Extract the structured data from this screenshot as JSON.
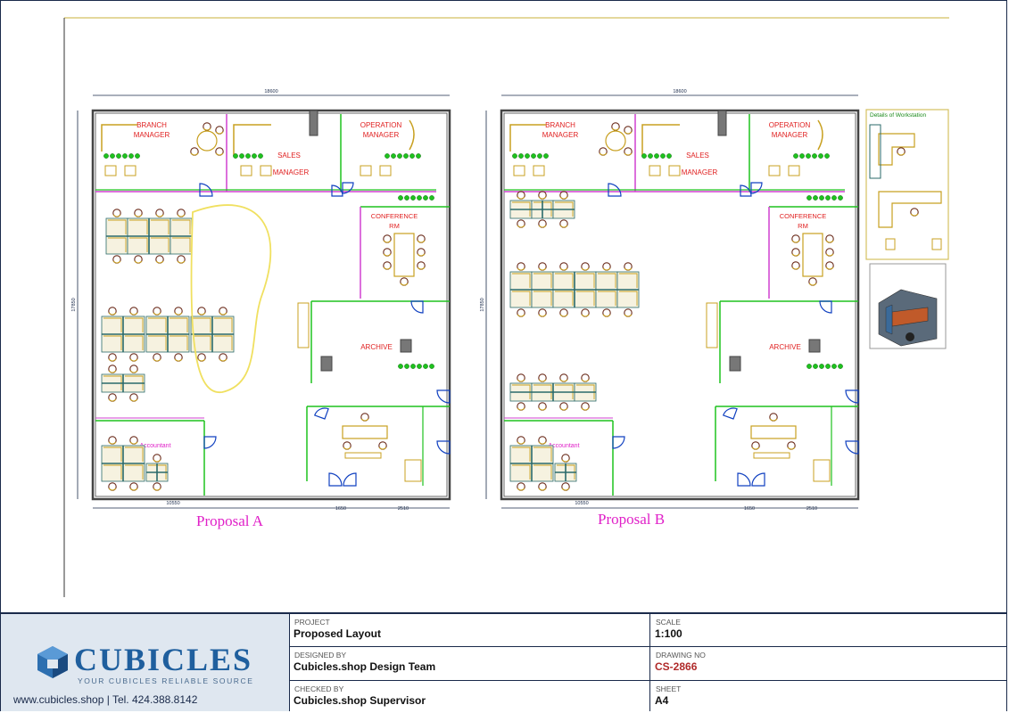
{
  "drawing": {
    "proposal_a_label": "Proposal A",
    "proposal_b_label": "Proposal B",
    "rooms": {
      "branch_manager": "BRANCH MANAGER",
      "sales_manager_line1": "SALES",
      "sales_manager_line2": "MANAGER",
      "operation_manager": "OPERATION MANAGER",
      "conference_room": "CONFERENCE RM",
      "archive": "ARCHIVE",
      "accountant": "Accountant"
    },
    "workstation_detail_title": "Details of Workstation",
    "dimensions": {
      "overall_width": "18600",
      "overall_depth": "17850",
      "bottom_left": "10550",
      "bottom_mid": "1650",
      "bottom_right": "2510"
    }
  },
  "title_block": {
    "company": "CUBICLES",
    "tagline": "YOUR CUBICLES RELIABLE SOURCE",
    "contact": "www.cubicles.shop  |  Tel. 424.388.8142",
    "project_label": "PROJECT",
    "project_value": "Proposed Layout",
    "scale_label": "SCALE",
    "scale_value": "1:100",
    "designed_label": "DESIGNED BY",
    "designed_value": "Cubicles.shop Design Team",
    "drawing_no_label": "DRAWING NO",
    "drawing_no_value": "CS-2866",
    "checked_label": "CHECKED BY",
    "checked_value": "Cubicles.shop Supervisor",
    "sheet_label": "SHEET",
    "sheet_value": "A4"
  },
  "colors": {
    "wall": "#444444",
    "partition_green": "#1ec21e",
    "partition_magenta": "#d040d0",
    "furniture": "#c8a020",
    "chair": "#6a2a1a",
    "room_text": "#e02020",
    "dimension": "#1a2a4a",
    "highlight": "#f0e060",
    "brand": "#1f5f9e"
  }
}
